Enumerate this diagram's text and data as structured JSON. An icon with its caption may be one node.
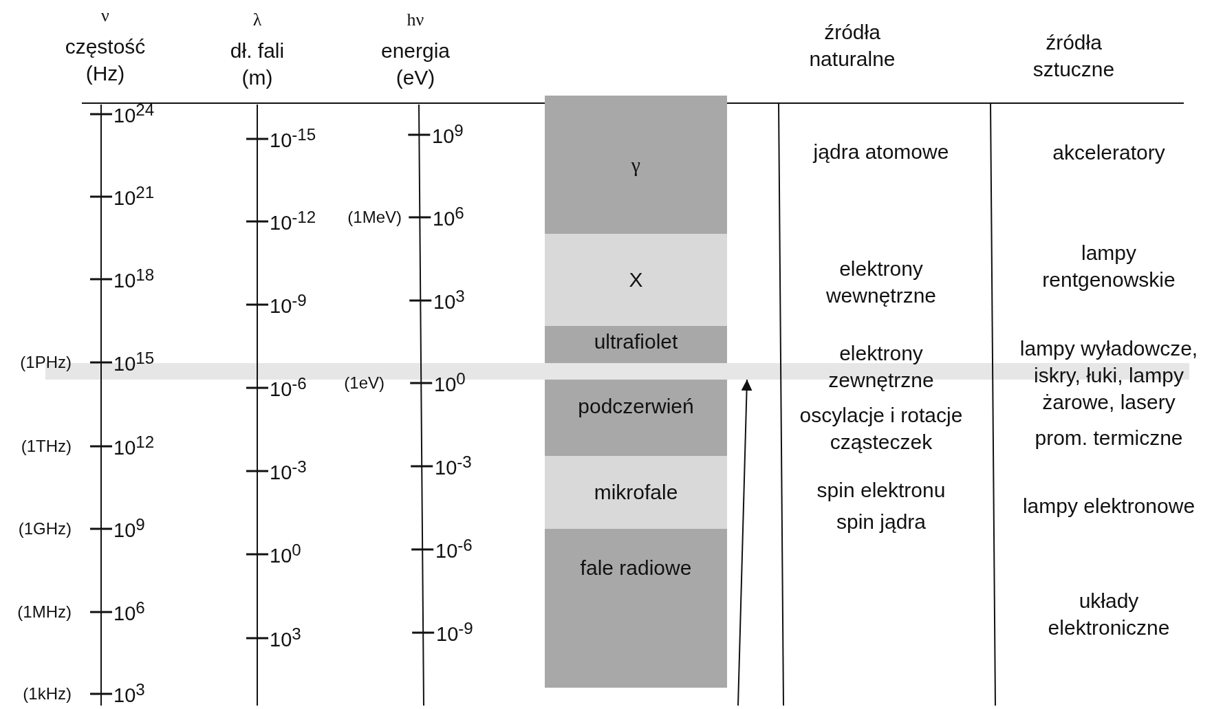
{
  "diagram": {
    "nodes": [
      {
        "text": [
          "γ"
        ]
      },
      {
        "text": [
          "X"
        ]
      },
      {
        "text": [
          "ultrafiolet"
        ]
      },
      {
        "text": [],
        "shape": "bar"
      },
      {
        "text": [
          "podczerwień"
        ]
      },
      {
        "text": [
          "mikrofale"
        ]
      },
      {
        "text": [
          "fale radiowe"
        ]
      }
    ],
    "edges": [
      {
        "from": null,
        "to": 3,
        "arrow": "to"
      }
    ],
    "labels": [
      "ν",
      "częstość (Hz)",
      "λ",
      "dł. fali (m)",
      "hν",
      "energia (eV)",
      "źródła naturalne",
      "źródła sztuczne",
      "10$^{24}$",
      "10$^{21}$",
      "10$^{18}$",
      "10$^{15}$",
      "10$^{12}$",
      "10$^{9}$",
      "10$^{6}$",
      "10$^{3}$",
      "(1PHz)",
      "(1THz)",
      "(1GHz)",
      "(1MHz)",
      "(1kHz)",
      "10$^{-15}$",
      "10$^{-12}$",
      "10$^{-9}$",
      "10$^{-6}$",
      "10$^{-3}$",
      "10$^{0}$",
      "10$^{3}$",
      "10$^{9}$",
      "10$^{6}$",
      "10$^{3}$",
      "10$^{0}$",
      "10$^{-3}$",
      "10$^{-6}$",
      "10$^{-9}$",
      "(1MeV)",
      "(1eV)",
      "jądra atomowe",
      "elektrony wewnętrzne",
      "elektrony zewnętrzne",
      "oscylacje i rotacje cząsteczek",
      "spin elektronu",
      "spin jądra",
      "akceleratory",
      "lampy rentgenowskie",
      "lampy wyładowcze, iskry, łuki, lampy żarowe, lasery",
      "prom. termiczne",
      "lampy elektronowe",
      "układy elektroniczne"
    ]
  }
}
